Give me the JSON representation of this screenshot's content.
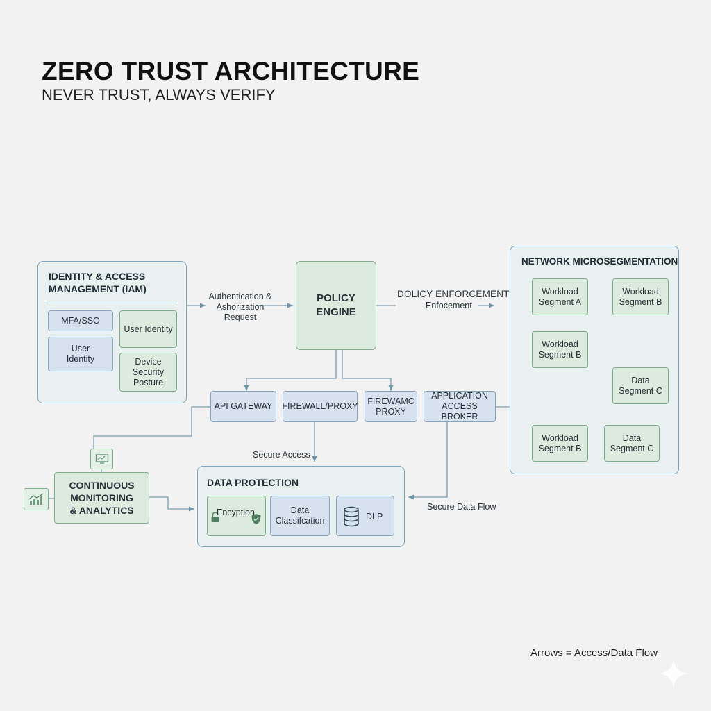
{
  "header": {
    "title": "ZERO TRUST ARCHITECTURE",
    "subtitle": "NEVER TRUST, ALWAYS VERIFY"
  },
  "iam": {
    "title_line1": "IDENTITY & ACCESS",
    "title_line2": "MANAGEMENT (IAM)",
    "mfa": "MFA/SSO",
    "user_identity_left_line1": "User",
    "user_identity_left_line2": "Identity",
    "user_identity_right": "User Identity",
    "device_line1": "Device",
    "device_line2": "Security",
    "device_line3": "Posture"
  },
  "flow_labels": {
    "auth_line1": "Authentication &",
    "auth_line2": "Ashorization",
    "auth_line3": "Request",
    "enforce_line1": "DOLICY ENFORCEMENT",
    "enforce_line2": "Enfocement",
    "secure_access": "Secure Access",
    "secure_data_flow": "Secure Data Flow"
  },
  "policy_engine": {
    "line1": "POLICY",
    "line2": "ENGINE"
  },
  "enforcement_points": {
    "api_gateway": "API GATEWAY",
    "firewall_proxy": "FIREWALL/PROXY",
    "firewamc_line1": "FIREWAMC",
    "firewamc_line2": "PROXY",
    "broker_line1": "APPLICATION",
    "broker_line2": "ACCESS BROKER"
  },
  "network": {
    "title": "NETWORK MICROSEGMENTATION",
    "seg1_l1": "Workload",
    "seg1_l2": "Segment A",
    "seg2_l1": "Workload",
    "seg2_l2": "Segment B",
    "seg3_l1": "Workload",
    "seg3_l2": "Segment B",
    "seg4_l1": "Data",
    "seg4_l2": "Segment C",
    "seg5_l1": "Workload",
    "seg5_l2": "Segment B",
    "seg6_l1": "Data",
    "seg6_l2": "Segment C"
  },
  "monitoring": {
    "line1": "CONTINUOUS",
    "line2": "MONITORING",
    "line3": "& ANALYTICS"
  },
  "data_protection": {
    "title": "DATA PROTECTION",
    "encryption": "Encyption",
    "classification_line1": "Data",
    "classification_line2": "Classifcation",
    "dlp": "DLP"
  },
  "legend": {
    "text": "Arrows = Access/Data Flow"
  },
  "icons": {
    "chart": "chart-icon",
    "monitor": "monitor-icon",
    "lock": "lock-icon",
    "shield": "shield-icon",
    "database": "database-icon",
    "sparkle": "sparkle-icon"
  },
  "colors": {
    "background": "#f1f2f1",
    "blue_fill": "#d6e2ee",
    "green_fill": "#dcebdd",
    "line": "#6f95ad"
  }
}
